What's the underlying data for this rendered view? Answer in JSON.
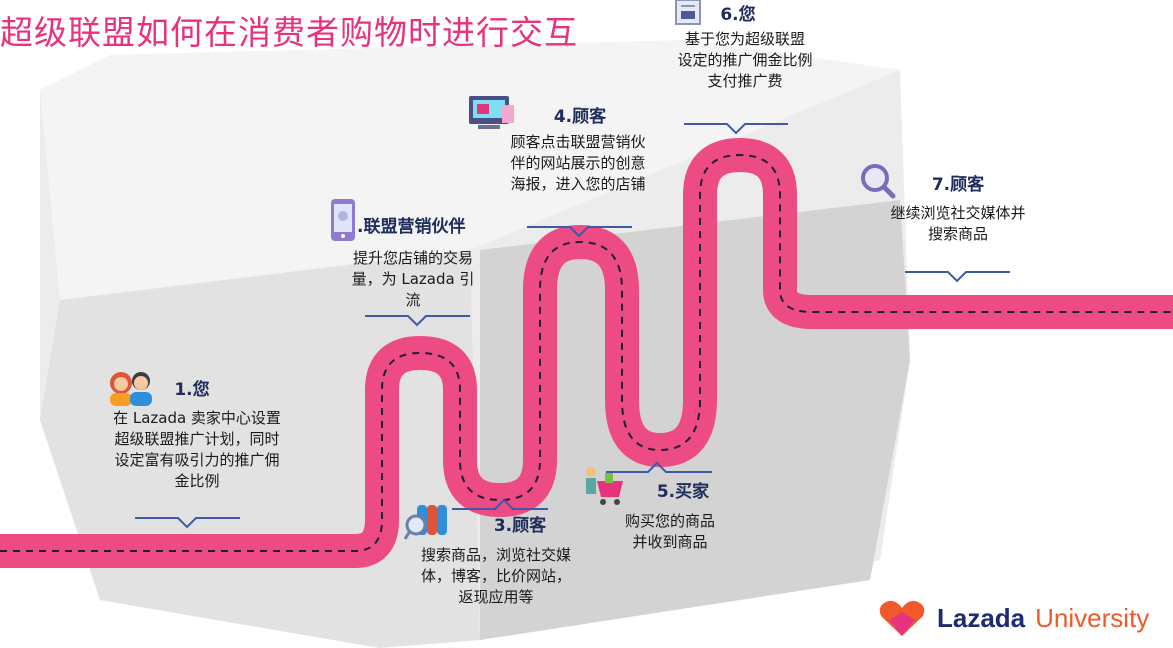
{
  "title": "超级联盟如何在消费者购物时进行交互",
  "steps": [
    {
      "head": "1.您",
      "desc": "在 Lazada 卖家中心设置\n超级联盟推广计划，同时\n设定富有吸引力的推广佣\n金比例"
    },
    {
      "head": ".联盟营销伙伴",
      "desc": "提升您店铺的交易\n量，为 Lazada 引\n流"
    },
    {
      "head": "3.顾客",
      "desc": "搜索商品，浏览社交媒\n体，博客，比价网站，\n返现应用等"
    },
    {
      "head": "4.顾客",
      "desc": "顾客点击联盟营销伙\n伴的网站展示的创意\n海报，进入您的店铺"
    },
    {
      "head": "5.买家",
      "desc": "购买您的商品\n并收到商品"
    },
    {
      "head": "6.您",
      "desc": "基于您为超级联盟\n设定的推广佣金比例\n支付推广费"
    },
    {
      "head": "7.顾客",
      "desc": "继续浏览社交媒体并\n搜索商品"
    }
  ],
  "brand": {
    "part1": "Lazada",
    "part2": "University"
  },
  "colors": {
    "road": "#ec4b84",
    "marker": "#3c5aa8",
    "title": "#e8317f"
  }
}
